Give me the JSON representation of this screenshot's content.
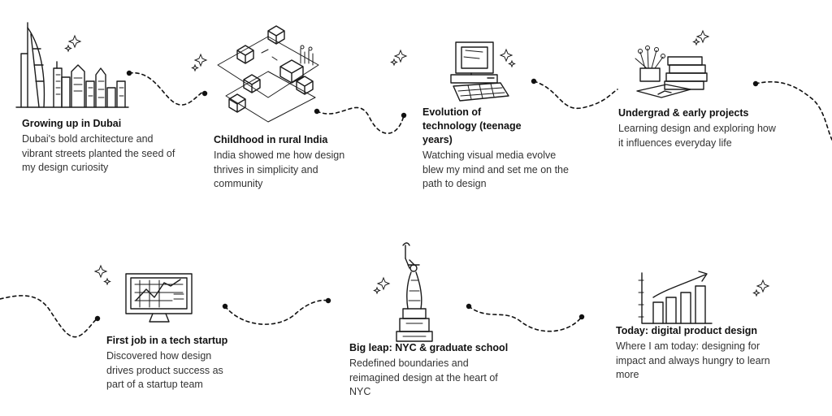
{
  "milestones": [
    {
      "title": "Growing up in Dubai",
      "text": "Dubai's bold architecture and vibrant streets planted the seed of my design curiosity"
    },
    {
      "title": "Childhood in rural India",
      "text": "India showed me how design thrives in simplicity and community"
    },
    {
      "title": "Evolution of technology (teenage years)",
      "text": "Watching visual media evolve blew my mind and set me on the path to design"
    },
    {
      "title": "Undergrad & early projects",
      "text": "Learning design and exploring how it influences everyday life"
    },
    {
      "title": "First job in a tech startup",
      "text": "Discovered how design drives product success as part of a startup team"
    },
    {
      "title": "Big leap: NYC & graduate school",
      "text": "Redefined boundaries and reimagined design at the heart of NYC"
    },
    {
      "title": "Today: digital product design",
      "text": "Where I am today: designing for impact and always hungry to learn more"
    }
  ],
  "icons": [
    "dubai-skyline-icon",
    "rural-village-icon",
    "retro-computer-icon",
    "books-and-plant-icon",
    "chart-monitor-icon",
    "statue-of-liberty-icon",
    "growth-chart-icon",
    "sparkle-icon"
  ]
}
